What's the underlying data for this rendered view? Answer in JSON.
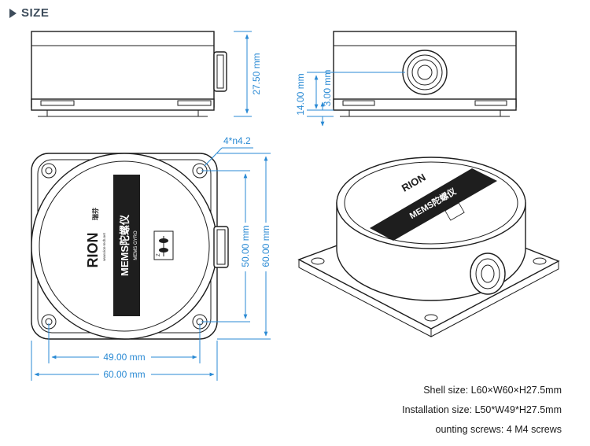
{
  "section": {
    "title": "SIZE",
    "icon": "triangle-right-icon"
  },
  "dimensions": {
    "front_height": "27.50 mm",
    "side_height": "14.00 mm",
    "side_offset": "3.00 mm",
    "hole_spec": "4*n4.2",
    "inner_height": "50.00 mm",
    "outer_height": "60.00 mm",
    "inner_width": "49.00 mm",
    "outer_width": "60.00 mm"
  },
  "label": {
    "brand": "RION",
    "brand_cn": "瑞芬",
    "website": "www.rion-tech.net",
    "product_cn": "MEMS陀螺仪",
    "product_en": "MEMS GYRO",
    "axis": "Z"
  },
  "specs": [
    "Shell size: L60×W60×H27.5mm",
    "Installation size: L50*W49*H27.5mm",
    "ounting screws: 4 M4 screws"
  ],
  "colors": {
    "dimension": "#2a8ad4",
    "outline": "#1d1d1d",
    "header": "#3d4c5b"
  }
}
